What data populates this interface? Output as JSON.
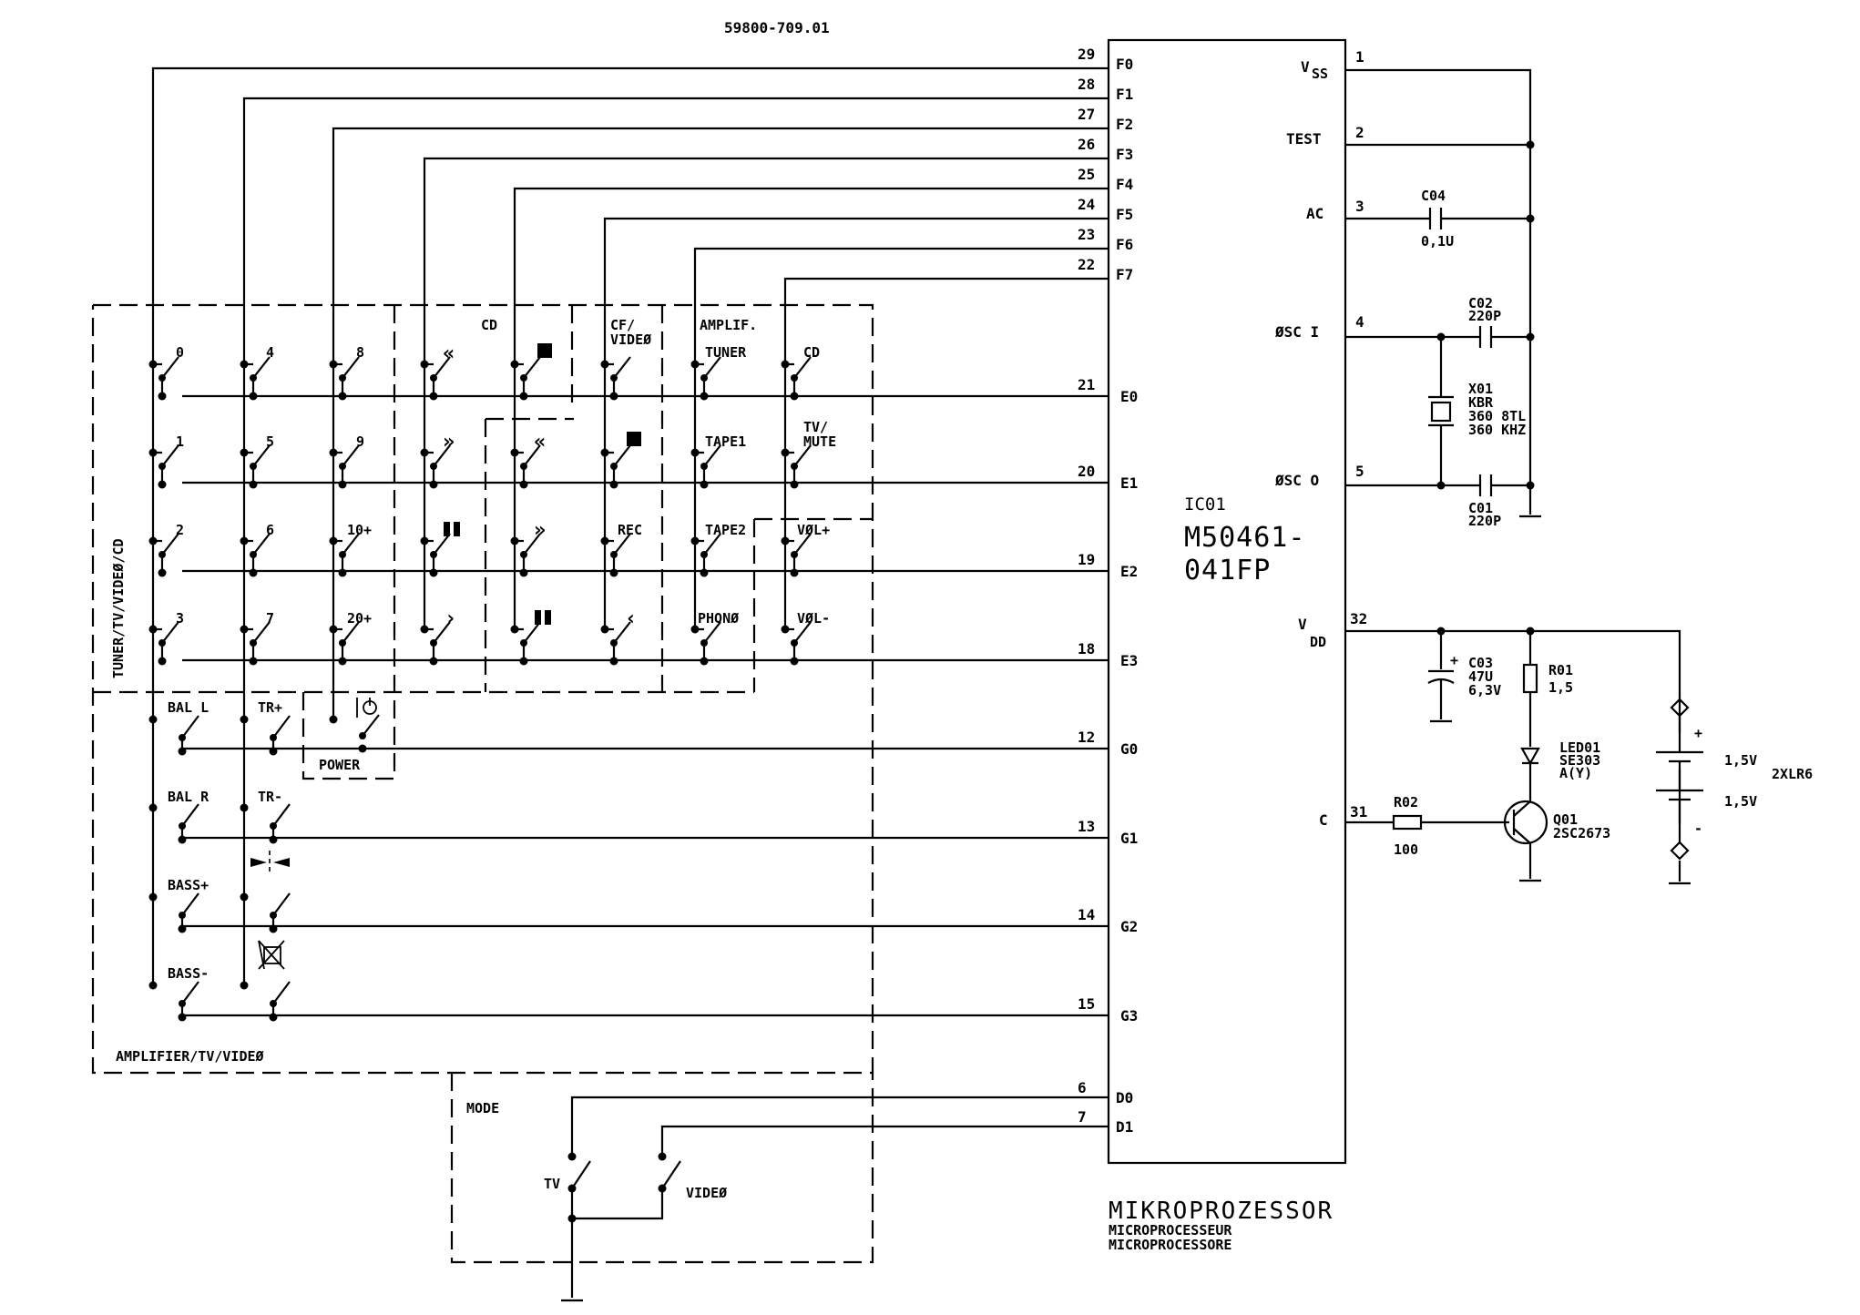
{
  "drawing_number": "59800-709.01",
  "ic": {
    "ref": "IC01",
    "part_line1": "M50461-",
    "part_line2": "041FP",
    "caption": "MIKROPROZESSOR",
    "caption_fr": "MICROPROCESSEUR",
    "caption_it": "MICROPROCESSORE",
    "left_pins": [
      {
        "num": "29",
        "name": "F0"
      },
      {
        "num": "28",
        "name": "F1"
      },
      {
        "num": "27",
        "name": "F2"
      },
      {
        "num": "26",
        "name": "F3"
      },
      {
        "num": "25",
        "name": "F4"
      },
      {
        "num": "24",
        "name": "F5"
      },
      {
        "num": "23",
        "name": "F6"
      },
      {
        "num": "22",
        "name": "F7"
      },
      {
        "num": "21",
        "name": "E0"
      },
      {
        "num": "20",
        "name": "E1"
      },
      {
        "num": "19",
        "name": "E2"
      },
      {
        "num": "18",
        "name": "E3"
      },
      {
        "num": "12",
        "name": "G0"
      },
      {
        "num": "13",
        "name": "G1"
      },
      {
        "num": "14",
        "name": "G2"
      },
      {
        "num": "15",
        "name": "G3"
      },
      {
        "num": "6",
        "name": "D0"
      },
      {
        "num": "7",
        "name": "D1"
      }
    ],
    "right_pins": [
      {
        "num": "1",
        "name": "V",
        "sub": "SS"
      },
      {
        "num": "2",
        "name": "TEST"
      },
      {
        "num": "3",
        "name": "AC"
      },
      {
        "num": "4",
        "name": "ØSC I"
      },
      {
        "num": "5",
        "name": "ØSC O"
      },
      {
        "num": "32",
        "name": "V",
        "sub": "DD"
      },
      {
        "num": "31",
        "name": "C"
      }
    ]
  },
  "groups": {
    "tuner_group": "TUNER/TV/VIDEØ/CD",
    "amplifier_group": "AMPLIFIER/TV/VIDEØ",
    "cd_group": "CD",
    "cf_video_group": "CF/\nVIDEØ",
    "amplif_group": "AMPLIF.",
    "power_group": "POWER",
    "mode_group": "MODE"
  },
  "keys": {
    "k0": "0",
    "k1": "1",
    "k2": "2",
    "k3": "3",
    "k4": "4",
    "k5": "5",
    "k6": "6",
    "k7": "7",
    "k8": "8",
    "k9": "9",
    "k10": "10+",
    "k20": "20+",
    "bal_l": "BAL L",
    "bal_r": "BAL R",
    "bass_plus": "BASS+",
    "bass_minus": "BASS-",
    "tr_plus": "TR+",
    "tr_minus": "TR-",
    "tuner": "TUNER",
    "tape1": "TAPE1",
    "tape2": "TAPE2",
    "phono": "PHONØ",
    "cd": "CD",
    "tv_mute_1": "TV/",
    "tv_mute_2": "MUTE",
    "vol_plus": "VØL+",
    "vol_minus": "VØL-",
    "rec": "REC",
    "mode_tv": "TV",
    "mode_video": "VIDEØ"
  },
  "components": {
    "c04": {
      "ref": "C04",
      "value": "0,1U"
    },
    "c02": {
      "ref": "C02",
      "value": "220P"
    },
    "c01": {
      "ref": "C01",
      "value": "220P"
    },
    "x01": {
      "ref": "X01",
      "line2": "KBR",
      "line3": "360 8TL",
      "line4": "360 KHZ"
    },
    "c03": {
      "ref": "C03",
      "value": "47U",
      "voltage": "6,3V",
      "polarity": "+"
    },
    "r01": {
      "ref": "R01",
      "value": "1,5"
    },
    "led01": {
      "ref": "LED01",
      "part": "SE303",
      "color": "A(Y)"
    },
    "r02": {
      "ref": "R02",
      "value": "100"
    },
    "q01": {
      "ref": "Q01",
      "part": "2SC2673"
    },
    "battery": {
      "cell1": "1,5V",
      "cell2": "1,5V",
      "type": "2XLR6",
      "plus": "+",
      "minus": "-"
    }
  }
}
